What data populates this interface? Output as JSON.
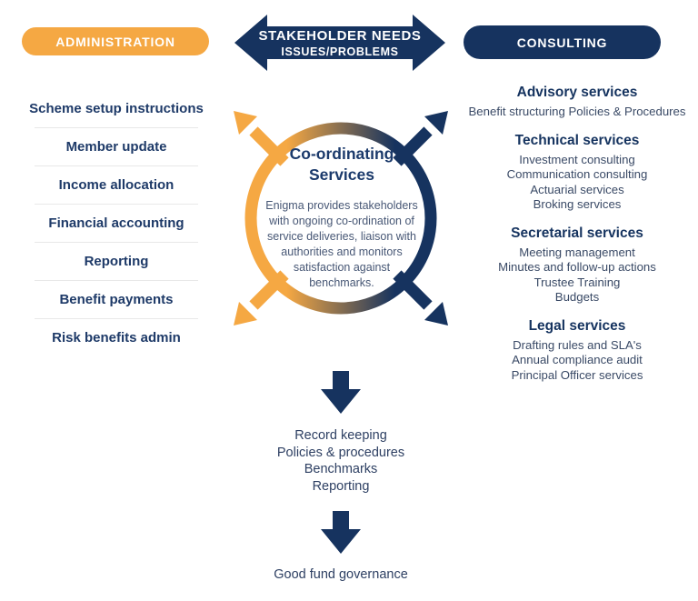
{
  "palette": {
    "orange": "#F5A843",
    "navy": "#16335F",
    "heading_navy": "#1B3A6B",
    "body_text": "#475775",
    "divider": "#E8E8E8"
  },
  "header": {
    "administration_label": "ADMINISTRATION",
    "stakeholder_arrow": {
      "line1": "STAKEHOLDER NEEDS",
      "line2": "ISSUES/PROBLEMS"
    },
    "consulting_label": "CONSULTING"
  },
  "administration_items": [
    "Scheme setup instructions",
    "Member update",
    "Income allocation",
    "Financial accounting",
    "Reporting",
    "Benefit payments",
    "Risk benefits admin"
  ],
  "coordinating": {
    "title_line1": "Co-ordinating",
    "title_line2": "Services",
    "description": "Enigma provides stakeholders with ongoing co-ordination of service deliveries, liaison with authorities and monitors satisfaction against benchmarks."
  },
  "consulting_groups": [
    {
      "heading": "Advisory services",
      "items": [
        "Benefit structuring Policies & Procedures"
      ]
    },
    {
      "heading": "Technical services",
      "items": [
        "Investment consulting",
        "Communication consulting",
        "Actuarial services",
        "Broking services"
      ]
    },
    {
      "heading": "Secretarial services",
      "items": [
        "Meeting management",
        "Minutes and follow-up actions",
        "Trustee Training",
        "Budgets"
      ]
    },
    {
      "heading": "Legal services",
      "items": [
        "Drafting rules and SLA's",
        "Annual compliance audit",
        "Principal Officer services"
      ]
    }
  ],
  "outcomes": {
    "items": [
      "Record keeping",
      "Policies & procedures",
      "Benchmarks",
      "Reporting"
    ],
    "final": "Good fund governance"
  }
}
